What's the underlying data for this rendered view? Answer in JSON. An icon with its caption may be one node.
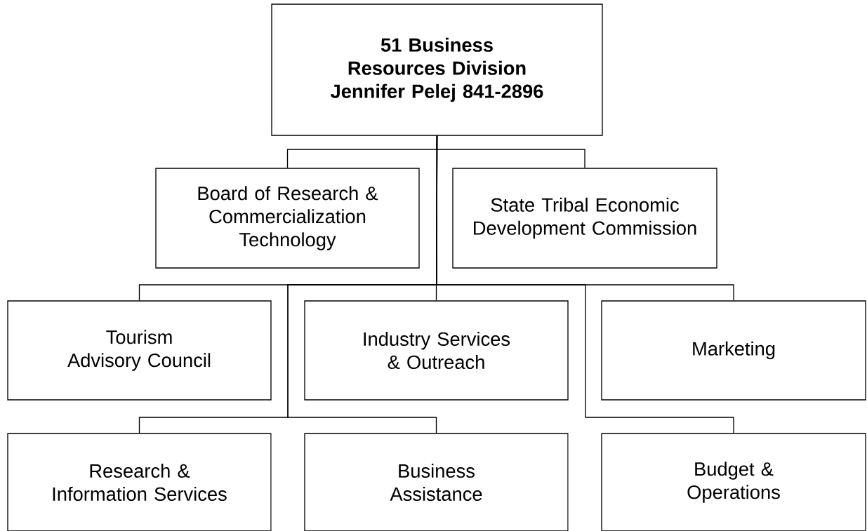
{
  "diagram": {
    "nodes": [
      {
        "text": [
          "51 Business Resources Division",
          "Jennifer Pelej 841-2896"
        ]
      },
      {
        "text": [
          "Board of Research & Commercialization Technology"
        ]
      },
      {
        "text": [
          "State Tribal Economic Development Commission"
        ]
      },
      {
        "text": [
          "Tourism Advisory Council"
        ]
      },
      {
        "text": [
          "Industry Services & Outreach"
        ]
      },
      {
        "text": [
          "Marketing"
        ]
      },
      {
        "text": [
          "Research & Information Services"
        ]
      },
      {
        "text": [
          "Business Assistance"
        ]
      },
      {
        "text": [
          "Budget & Operations"
        ]
      }
    ],
    "edges": [
      {
        "from": 0,
        "to": 1,
        "arrow": "none"
      },
      {
        "from": 0,
        "to": 2,
        "arrow": "none"
      },
      {
        "from": 0,
        "to": 3,
        "arrow": "none"
      },
      {
        "from": 0,
        "to": 4,
        "arrow": "none"
      },
      {
        "from": 0,
        "to": 5,
        "arrow": "none"
      },
      {
        "from": 0,
        "to": 6,
        "arrow": "none"
      },
      {
        "from": 0,
        "to": 7,
        "arrow": "none"
      },
      {
        "from": 0,
        "to": 8,
        "arrow": "none"
      }
    ]
  }
}
